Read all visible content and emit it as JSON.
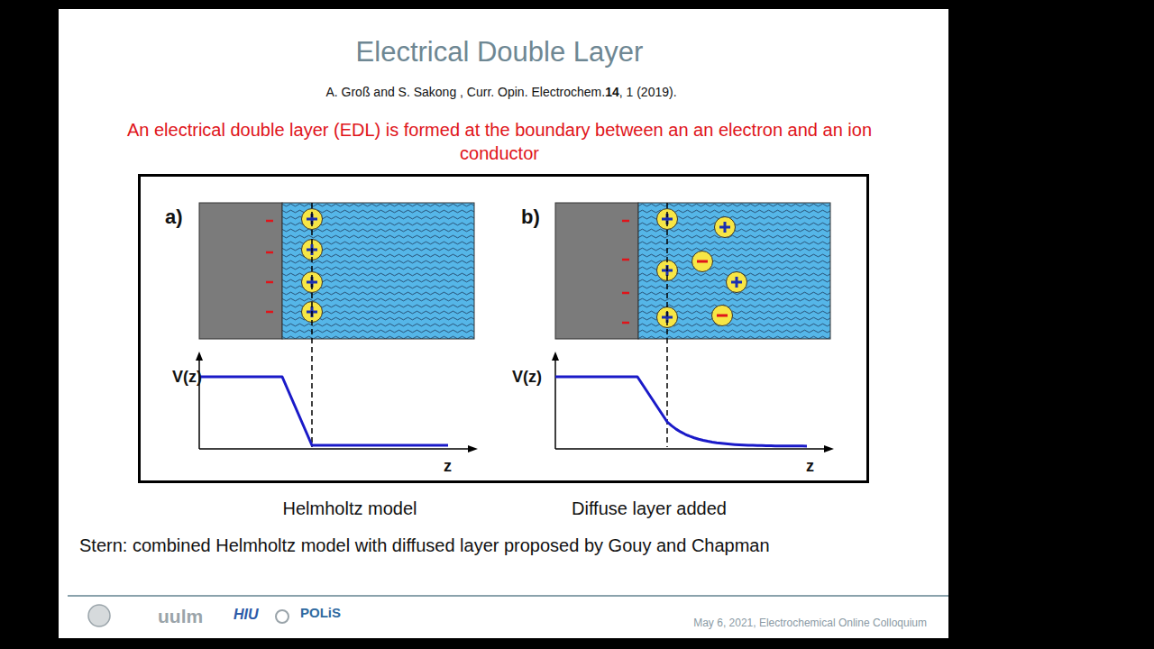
{
  "diagram": {
    "title": "Electrical Double Layer",
    "labels": [
      "A. Groß and S. Sakong , Curr. Opin. Electrochem.",
      "14",
      ", 1 (2019).",
      "An electrical double layer (EDL) is formed at the boundary between an an electron and an ion conductor",
      "a)",
      "b)",
      "V(z)",
      "z",
      "V(z)",
      "z",
      "Helmholtz model",
      "Diffuse layer added",
      "Stern: combined Helmholtz model with diffused layer proposed by Gouy and Chapman",
      "uulm",
      "HIU",
      "POLiS",
      "May 6, 2021, Electrochemical Online Colloquium"
    ]
  }
}
